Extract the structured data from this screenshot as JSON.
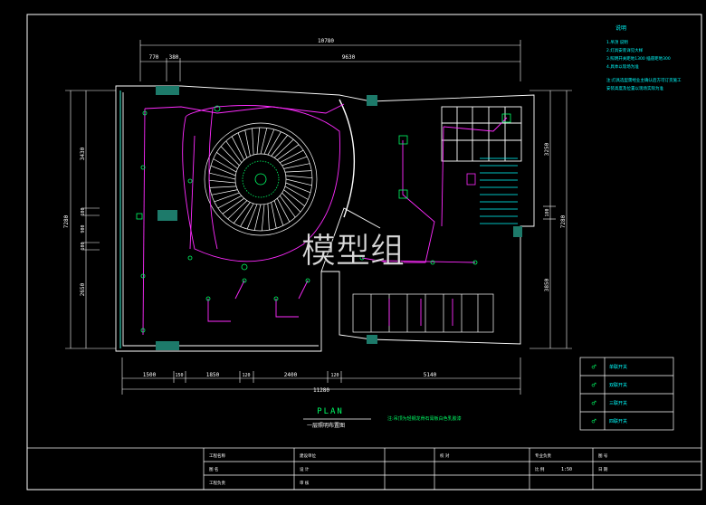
{
  "plan": {
    "title": "PLAN",
    "subtitle": "一层照明布置图",
    "note": "注:吊顶为轻钢龙骨石膏板白色乳胶漆"
  },
  "watermark": "模型组",
  "dimensions": {
    "top_total": "10780",
    "top_segments": [
      "770",
      "380",
      "9630"
    ],
    "bottom_total": "11280",
    "bottom_segments": [
      "1500",
      "150",
      "1850",
      "120",
      "2400",
      "120",
      "5140"
    ],
    "left_total": "7280",
    "left_segments": [
      "3430",
      "100",
      "900",
      "100",
      "2650"
    ],
    "right_total": "7280",
    "right_segments": [
      "3250",
      "180",
      "3850"
    ]
  },
  "notes_panel": {
    "heading": "说明",
    "lines": [
      "1.吊顶 说明",
      "2.灯具安装详见大样",
      "3.照明开关距地1300 插座距地300",
      "4.具体以现场为准",
      "",
      "注:灯具选型需经业主确认后方可订货施工",
      "安装高度及位置以现场实际为准"
    ]
  },
  "legend": {
    "items": [
      {
        "icon": "switch-single-icon",
        "label": "单联开关"
      },
      {
        "icon": "switch-double-icon",
        "label": "双联开关"
      },
      {
        "icon": "switch-triple-icon",
        "label": "三联开关"
      },
      {
        "icon": "switch-quad-icon",
        "label": "四联开关"
      }
    ]
  },
  "title_block": {
    "cells": [
      [
        "工程名称",
        "建设单位"
      ],
      [
        "图 名",
        "设 计"
      ],
      [
        "工程负责",
        "审 核"
      ],
      [
        "校 对",
        "专业负责"
      ],
      [
        "比 例",
        "1:50"
      ],
      [
        "图 号",
        "日 期"
      ]
    ]
  },
  "colors": {
    "background": "#000000",
    "frame": "#ffffff",
    "dimension": "#ffffff",
    "wiring": "#ff2bff",
    "fixture": "#00ff66",
    "wall_teal": "#1d7a6a",
    "cyan_text": "#00ffff"
  }
}
